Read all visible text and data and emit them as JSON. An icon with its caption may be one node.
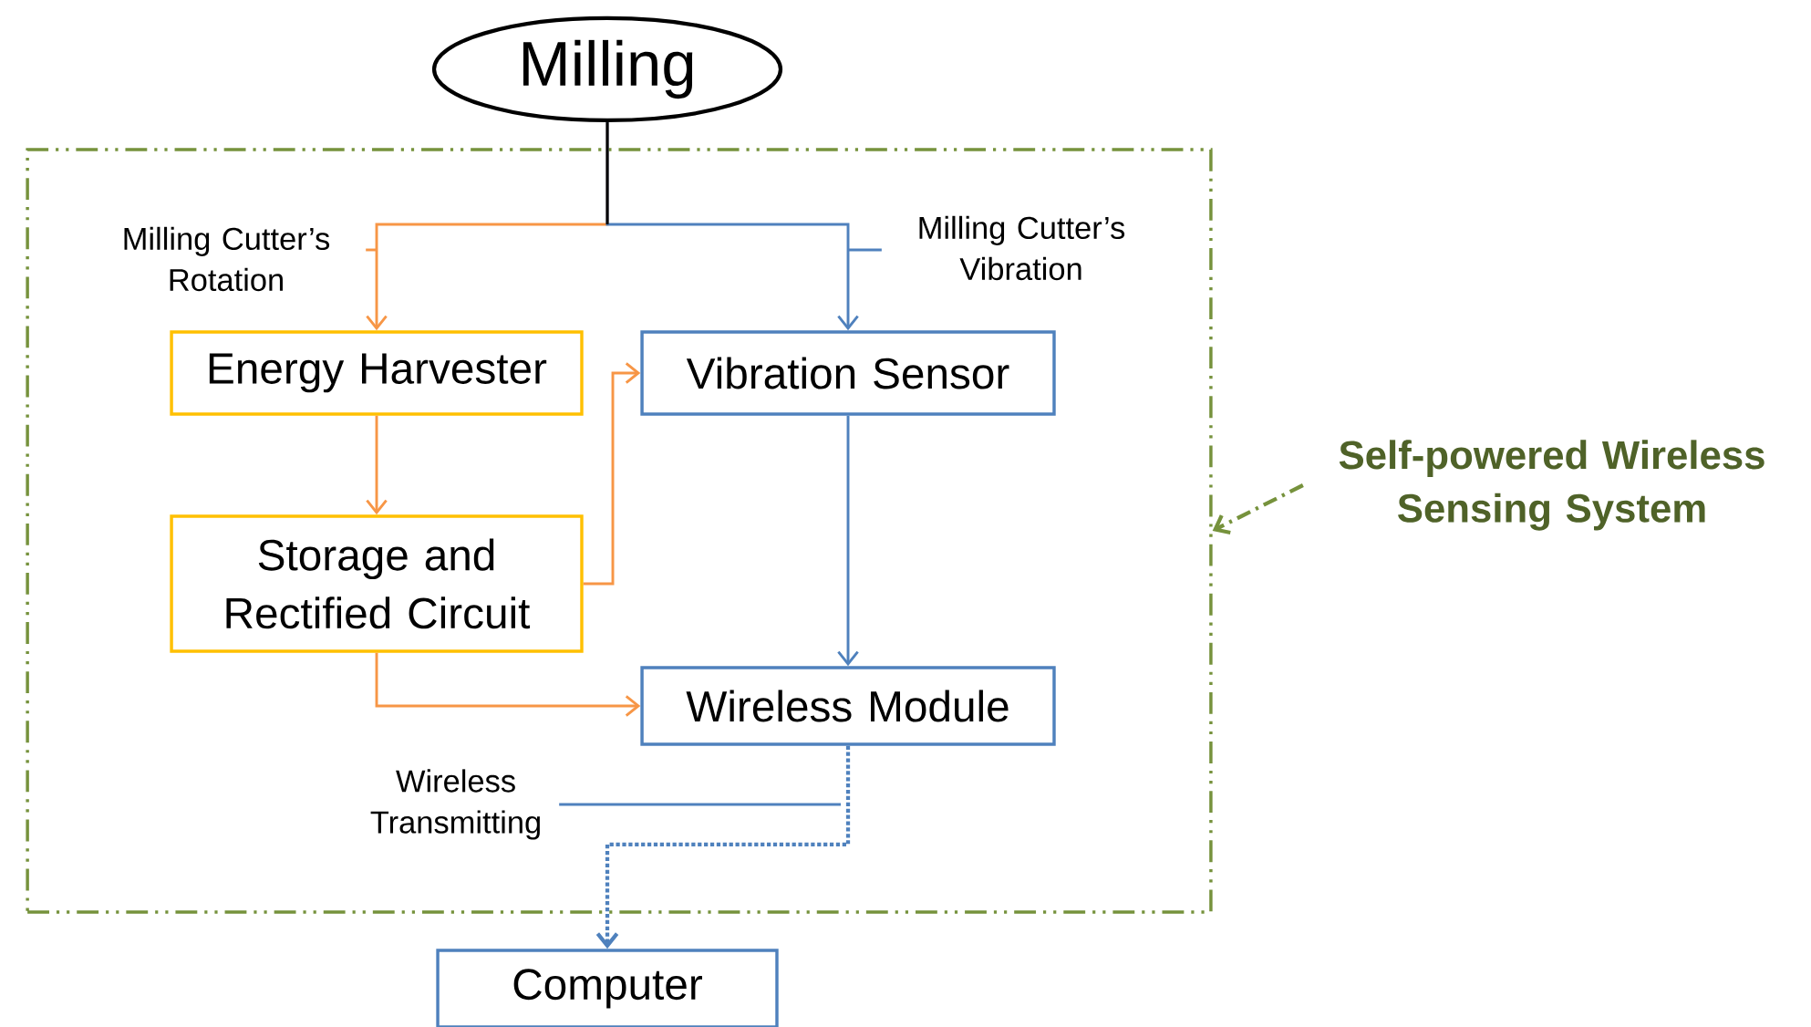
{
  "diagram": {
    "nodes": [
      {
        "text": [
          "Milling"
        ]
      },
      {
        "text": [],
        "shape": "box"
      },
      {
        "text": [
          "Self-powered Wireless Sensing System"
        ]
      },
      {
        "text": [
          "Energy Harvester"
        ],
        "in": 1
      },
      {
        "text": [
          "Vibration Sensor"
        ],
        "in": 1
      },
      {
        "text": [
          "Storage and Rectified Circuit"
        ],
        "in": 1
      },
      {
        "text": [
          "Wireless Module"
        ],
        "in": 1
      },
      {
        "text": [
          "Computer"
        ]
      },
      {
        "text": [
          "Milling Cutter’s Rotation"
        ],
        "in": 1
      },
      {
        "text": [
          "Milling Cutter’s Vibration"
        ],
        "in": 1
      },
      {
        "text": [
          "Wireless Transmitting"
        ],
        "in": 1
      }
    ],
    "edges": [
      {
        "from": 0,
        "to": 3,
        "arrow": "to",
        "color": "#f79646"
      },
      {
        "from": 0,
        "to": 4,
        "arrow": "to",
        "color": "#4f81bd"
      },
      {
        "from": 3,
        "to": 5,
        "arrow": "to",
        "color": "#f79646"
      },
      {
        "from": 5,
        "to": 4,
        "arrow": "to",
        "color": "#f79646"
      },
      {
        "from": 4,
        "to": 6,
        "arrow": "to",
        "color": "#4f81bd"
      },
      {
        "from": 5,
        "to": 6,
        "arrow": "to",
        "color": "#f79646"
      },
      {
        "from": 6,
        "to": 7,
        "arrow": "to",
        "style": "dashed",
        "color": "#4f81bd"
      },
      {
        "from": 2,
        "to": 1,
        "arrow": "to",
        "style": "dashed",
        "color": "#76923c"
      },
      {
        "from": 8,
        "to": null,
        "arrow": "none",
        "color": "#f79646"
      },
      {
        "from": 9,
        "to": null,
        "arrow": "none",
        "color": "#4f81bd"
      },
      {
        "from": 10,
        "to": null,
        "arrow": "none",
        "color": "#4f81bd"
      }
    ]
  }
}
